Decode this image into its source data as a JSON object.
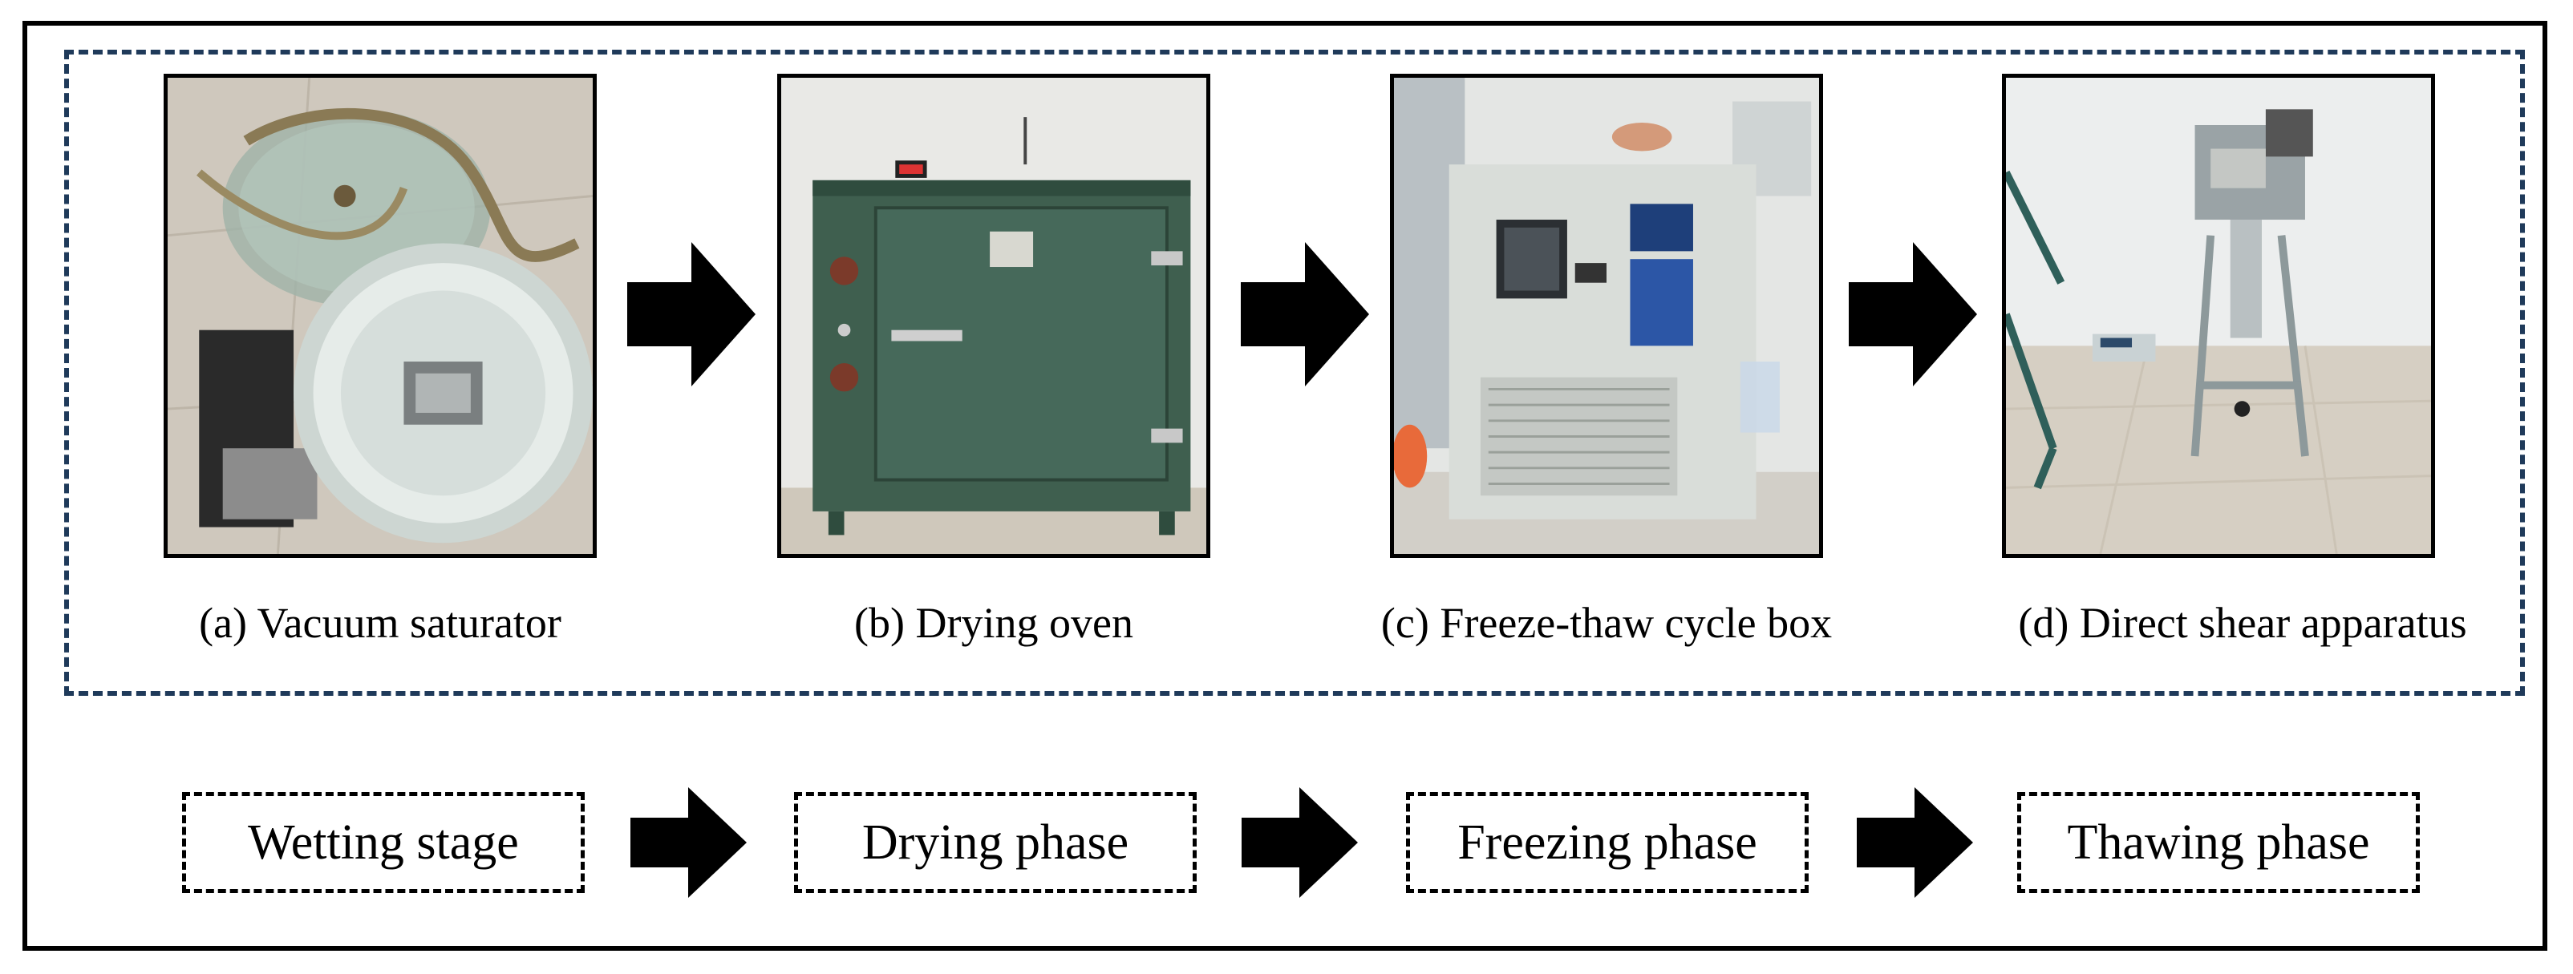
{
  "equipment": [
    {
      "caption": "(a) Vacuum saturator"
    },
    {
      "caption": "(b) Drying oven"
    },
    {
      "caption": "(c) Freeze-thaw cycle box"
    },
    {
      "caption": "(d) Direct shear apparatus"
    }
  ],
  "stages": [
    {
      "label": "Wetting stage"
    },
    {
      "label": "Drying phase"
    },
    {
      "label": "Freezing phase"
    },
    {
      "label": "Thawing phase"
    }
  ],
  "colors": {
    "frame": "#000000",
    "equipment_border": "#1f3a5a",
    "arrow": "#000000",
    "oven_green": "#3f5f4f",
    "chamber_gray": "#d9ddd9"
  },
  "icons": [
    "right-arrow-icon"
  ]
}
